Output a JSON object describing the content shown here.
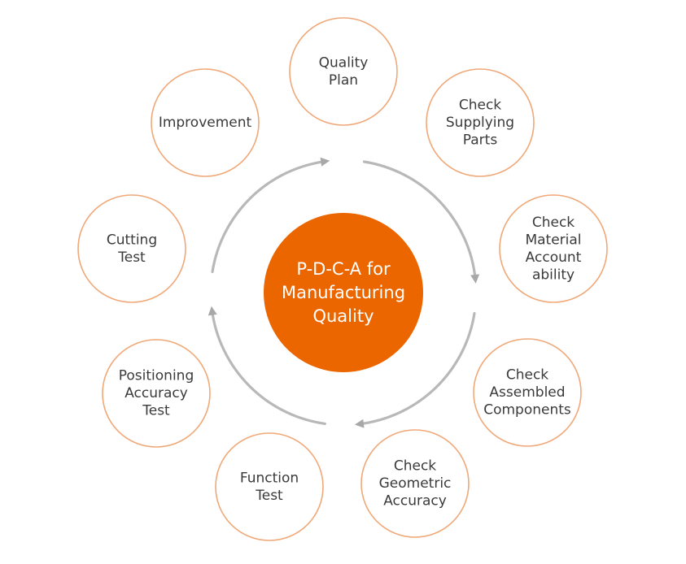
{
  "center": {
    "lines": [
      "P-D-C-A for",
      "Manufacturing",
      "Quality"
    ],
    "fill": "#ec6600",
    "text_color": "#ffffff"
  },
  "node_style": {
    "stroke": "#f0a878",
    "text_color": "#3a3a3a"
  },
  "nodes": [
    {
      "id": "quality-plan",
      "lines": [
        "Quality",
        "Plan"
      ]
    },
    {
      "id": "check-supplying-parts",
      "lines": [
        "Check",
        "Supplying",
        "Parts"
      ]
    },
    {
      "id": "check-material-accountability",
      "lines": [
        "Check",
        "Material",
        "Account",
        "ability"
      ]
    },
    {
      "id": "check-assembled-components",
      "lines": [
        "Check",
        "Assembled",
        "Components"
      ]
    },
    {
      "id": "check-geometric-accuracy",
      "lines": [
        "Check",
        "Geometric",
        "Accuracy"
      ]
    },
    {
      "id": "function-test",
      "lines": [
        "Function",
        "Test"
      ]
    },
    {
      "id": "positioning-accuracy-test",
      "lines": [
        "Positioning",
        "Accuracy",
        "Test"
      ]
    },
    {
      "id": "cutting-test",
      "lines": [
        "Cutting",
        "Test"
      ]
    },
    {
      "id": "improvement",
      "lines": [
        "Improvement"
      ]
    }
  ],
  "cycle": {
    "direction": "clockwise",
    "arc_color": "#b8b8b8"
  }
}
